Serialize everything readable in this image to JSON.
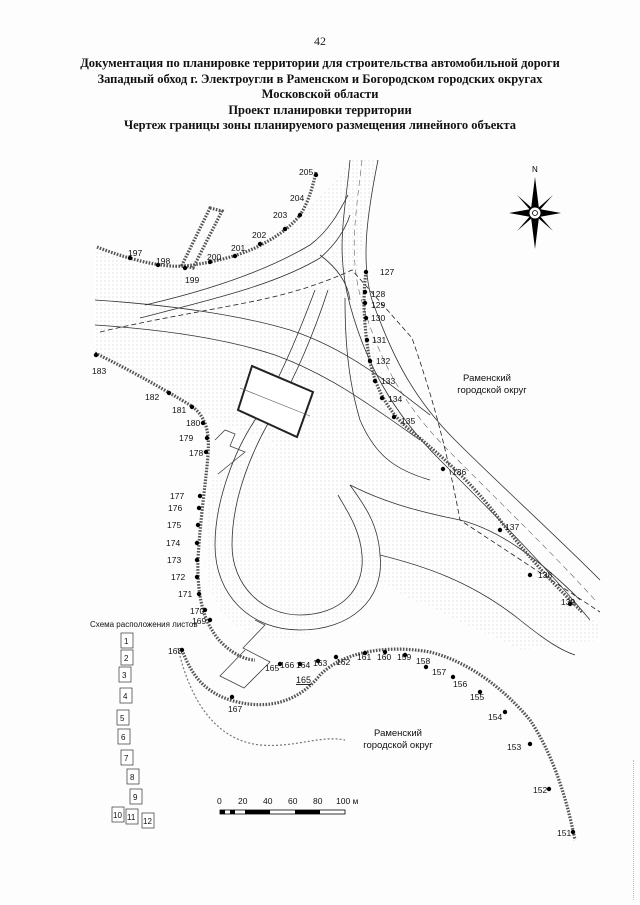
{
  "page_number": "42",
  "header": {
    "line1": "Документация по планировке территории для строительства автомобильной дороги",
    "line2": "Западный обход г. Электроугли в Раменском и Богородском городских округах",
    "line3": "Московской области",
    "line4": "Проект планировки территории",
    "line5": "Чертеж границы зоны планируемого размещения линейного объекта"
  },
  "compass": {
    "north_label": "N"
  },
  "districts": [
    {
      "line1": "Раменский",
      "line2": "городской округ"
    },
    {
      "line1": "Раменский",
      "line2": "городской округ"
    }
  ],
  "parcel_label": "165",
  "scale_bar": {
    "labels": [
      "0",
      "20",
      "40",
      "60",
      "80",
      "100 м"
    ]
  },
  "sheet_scheme": {
    "title": "Схема расположения листов",
    "sheets": [
      "1",
      "2",
      "3",
      "4",
      "5",
      "6",
      "7",
      "8",
      "9",
      "10",
      "11",
      "12"
    ]
  },
  "boundary_points": [
    "127",
    "128",
    "129",
    "130",
    "131",
    "132",
    "133",
    "134",
    "135",
    "136",
    "137",
    "138",
    "139",
    "151",
    "152",
    "153",
    "154",
    "155",
    "156",
    "157",
    "158",
    "159",
    "160",
    "161",
    "162",
    "163",
    "164",
    "165",
    "166",
    "167",
    "168",
    "169",
    "170",
    "171",
    "172",
    "173",
    "174",
    "175",
    "176",
    "177",
    "178",
    "179",
    "180",
    "181",
    "182",
    "183",
    "197",
    "198",
    "199",
    "200",
    "201",
    "202",
    "203",
    "204",
    "205"
  ]
}
